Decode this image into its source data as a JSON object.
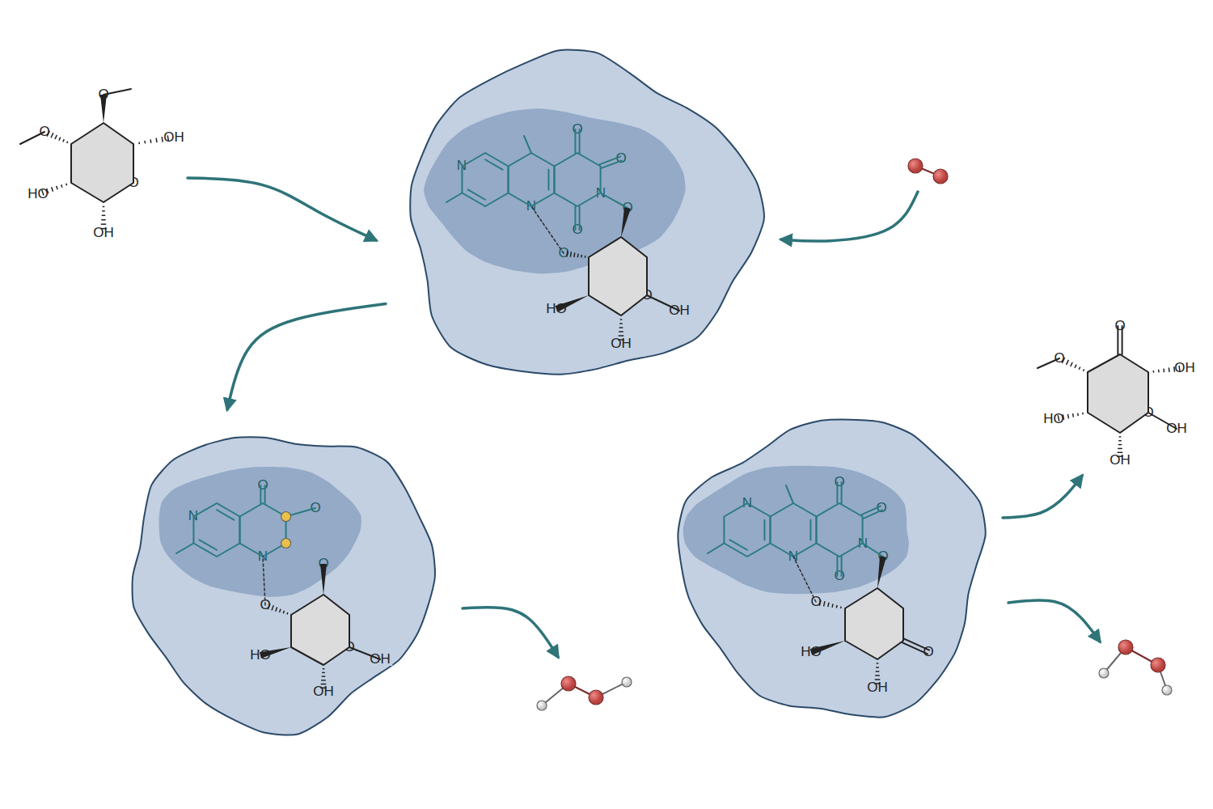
{
  "diagram": {
    "nodes": [
      {
        "text": [
          "N",
          "O",
          "O",
          "N",
          "O",
          "N",
          "O",
          "O",
          "O",
          "HO",
          "OH",
          "OH"
        ]
      },
      {
        "text": [
          "N",
          "O",
          "O",
          "N",
          "O",
          "O",
          "HO",
          "O",
          "OH",
          "OH"
        ]
      },
      {
        "text": [
          "N",
          "O",
          "O",
          "N",
          "O",
          "N",
          "O",
          "O",
          "HO",
          "O",
          "OH"
        ]
      }
    ],
    "edges": [
      {
        "from": 0,
        "to": 1,
        "arrow": "to"
      }
    ],
    "labels": [
      "O",
      "O",
      "OH",
      "HO",
      "O",
      "OH",
      "O",
      "O",
      "OH",
      "HO",
      "O",
      "OH",
      "OH"
    ]
  }
}
